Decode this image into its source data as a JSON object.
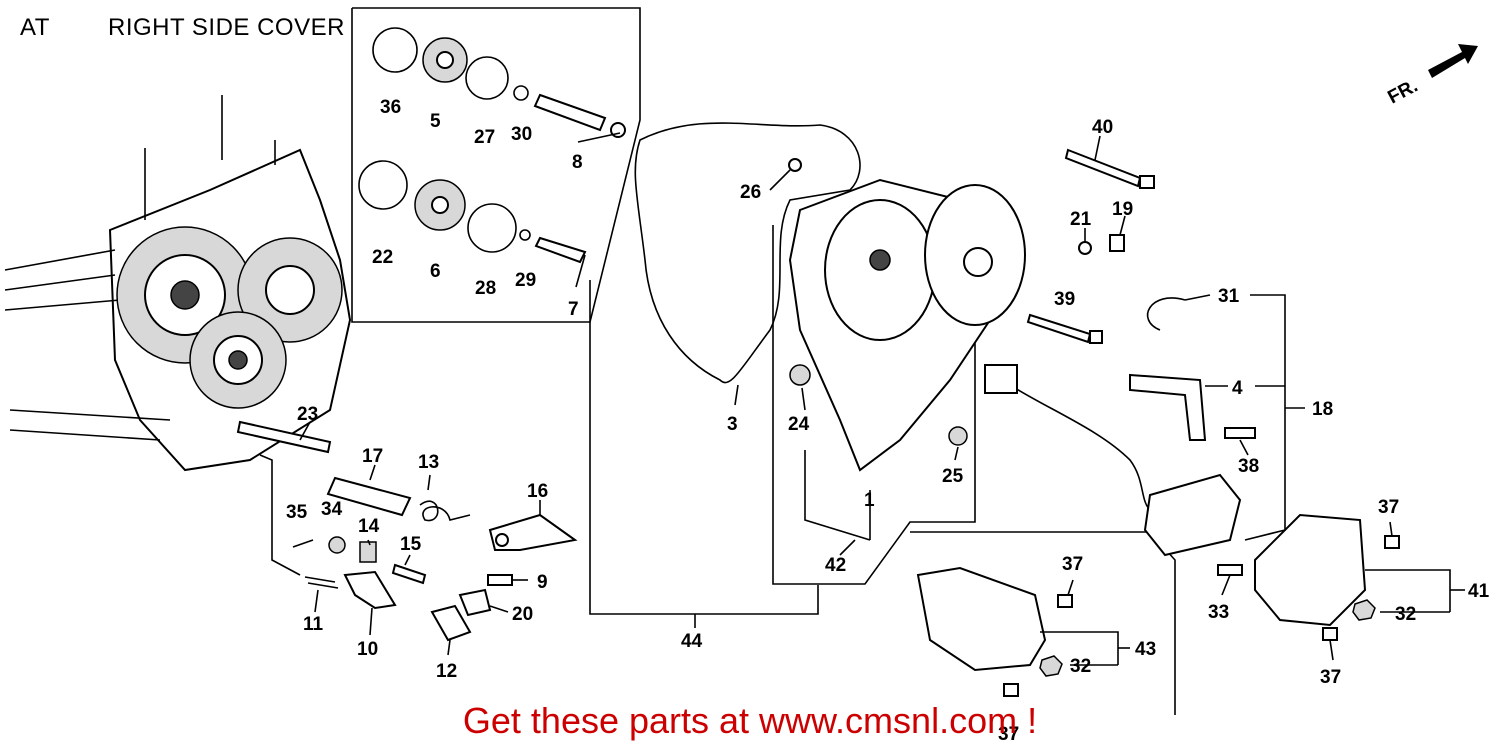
{
  "header": {
    "code": "AT",
    "title": "RIGHT SIDE COVER"
  },
  "direction_marker": {
    "label": "FR."
  },
  "promo": {
    "text": "Get these parts at www.cmsnl.com !"
  },
  "part_labels": [
    {
      "id": "l36",
      "text": "36"
    },
    {
      "id": "l5",
      "text": "5"
    },
    {
      "id": "l27",
      "text": "27"
    },
    {
      "id": "l30",
      "text": "30"
    },
    {
      "id": "l8",
      "text": "8"
    },
    {
      "id": "l22",
      "text": "22"
    },
    {
      "id": "l6",
      "text": "6"
    },
    {
      "id": "l28",
      "text": "28"
    },
    {
      "id": "l29",
      "text": "29"
    },
    {
      "id": "l7",
      "text": "7"
    },
    {
      "id": "l26",
      "text": "26"
    },
    {
      "id": "l40",
      "text": "40"
    },
    {
      "id": "l21",
      "text": "21"
    },
    {
      "id": "l19",
      "text": "19"
    },
    {
      "id": "l39",
      "text": "39"
    },
    {
      "id": "l31",
      "text": "31"
    },
    {
      "id": "l4",
      "text": "4"
    },
    {
      "id": "l18",
      "text": "18"
    },
    {
      "id": "l38",
      "text": "38"
    },
    {
      "id": "l3",
      "text": "3"
    },
    {
      "id": "l24",
      "text": "24"
    },
    {
      "id": "l25",
      "text": "25"
    },
    {
      "id": "l1",
      "text": "1"
    },
    {
      "id": "l42",
      "text": "42"
    },
    {
      "id": "l44",
      "text": "44"
    },
    {
      "id": "l23",
      "text": "23"
    },
    {
      "id": "l17",
      "text": "17"
    },
    {
      "id": "l13",
      "text": "13"
    },
    {
      "id": "l16",
      "text": "16"
    },
    {
      "id": "l35",
      "text": "35"
    },
    {
      "id": "l34",
      "text": "34"
    },
    {
      "id": "l14",
      "text": "14"
    },
    {
      "id": "l15",
      "text": "15"
    },
    {
      "id": "l9",
      "text": "9"
    },
    {
      "id": "l20",
      "text": "20"
    },
    {
      "id": "l11",
      "text": "11"
    },
    {
      "id": "l10",
      "text": "10"
    },
    {
      "id": "l12",
      "text": "12"
    },
    {
      "id": "l37a",
      "text": "37"
    },
    {
      "id": "l43",
      "text": "43"
    },
    {
      "id": "l32a",
      "text": "32"
    },
    {
      "id": "l37b",
      "text": "37"
    },
    {
      "id": "l37c",
      "text": "37"
    },
    {
      "id": "l33",
      "text": "33"
    },
    {
      "id": "l41",
      "text": "41"
    },
    {
      "id": "l32b",
      "text": "32"
    },
    {
      "id": "l37d",
      "text": "37"
    }
  ]
}
